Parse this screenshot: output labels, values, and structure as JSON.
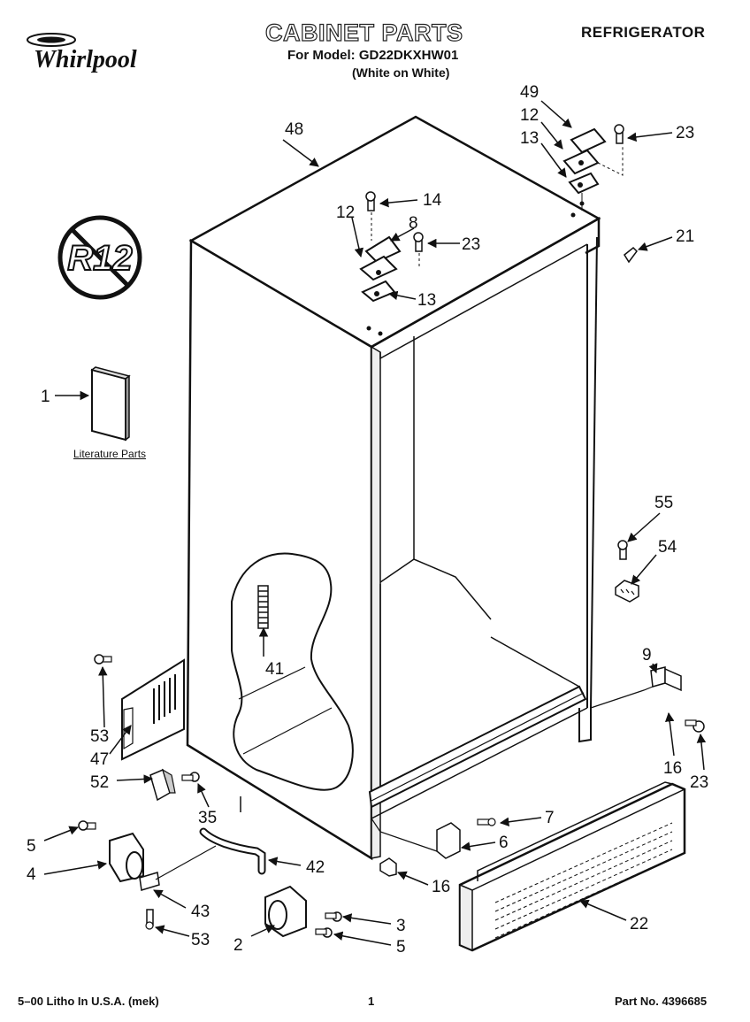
{
  "header": {
    "title": "CABINET PARTS",
    "model_line": "For Model: GD22DKXHW01",
    "color_line": "(White on White)",
    "product": "REFRIGERATOR"
  },
  "brand": {
    "name": "Whirlpool",
    "logo_icon": "whirlpool-logo-icon"
  },
  "badge": {
    "text": "R12",
    "icon": "no-r12-icon"
  },
  "literature_caption": "Literature Parts",
  "callouts": {
    "c1": "1",
    "c2": "2",
    "c3": "3",
    "c4": "4",
    "c5a": "5",
    "c5b": "5",
    "c6": "6",
    "c7": "7",
    "c8": "8",
    "c9": "9",
    "c12a": "12",
    "c12b": "12",
    "c13a": "13",
    "c13b": "13",
    "c14": "14",
    "c16a": "16",
    "c16b": "16",
    "c21": "21",
    "c22": "22",
    "c23a": "23",
    "c23b": "23",
    "c23c": "23",
    "c35": "35",
    "c41": "41",
    "c42": "42",
    "c43": "43",
    "c47": "47",
    "c48": "48",
    "c49": "49",
    "c52": "52",
    "c53a": "53",
    "c53b": "53",
    "c54": "54",
    "c55": "55"
  },
  "footer": {
    "left": "5–00 Litho In U.S.A. (mek)",
    "page": "1",
    "part_no": "Part No. 4396685"
  }
}
